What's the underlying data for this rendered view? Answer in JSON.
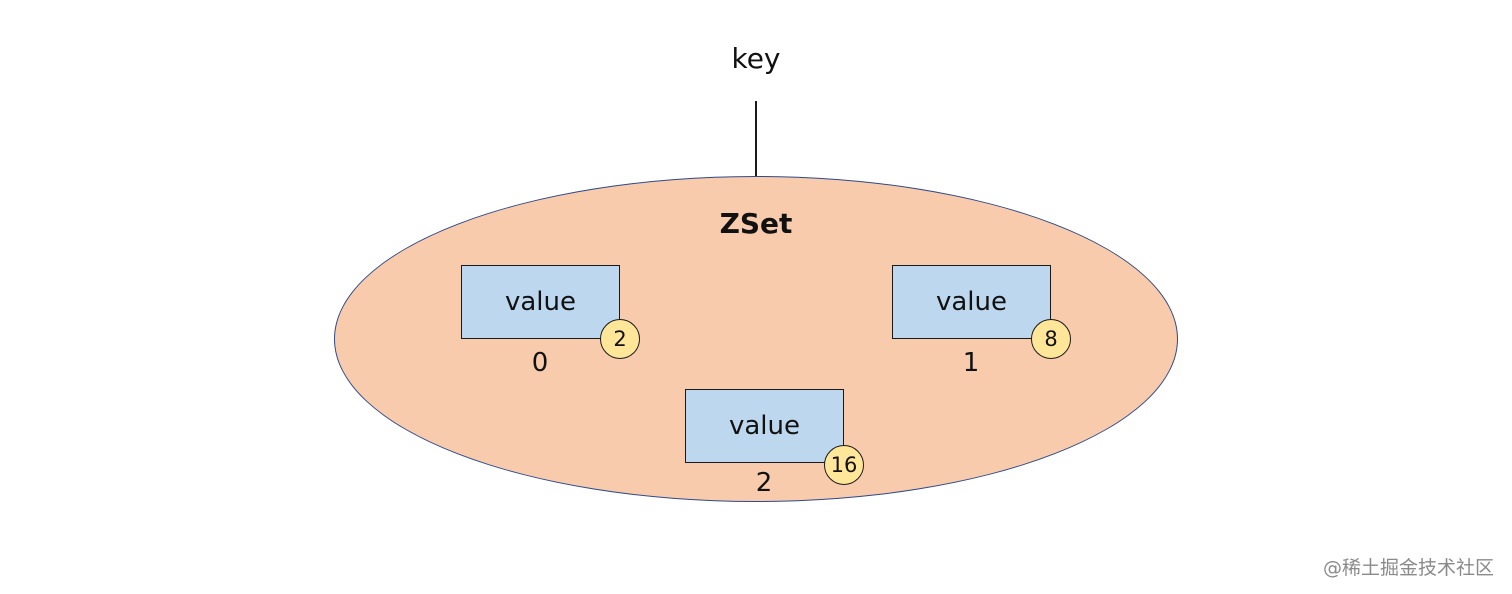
{
  "key_label": "key",
  "zset": {
    "title": "ZSet",
    "members": [
      {
        "value": "value",
        "score": "2",
        "index": "0"
      },
      {
        "value": "value",
        "score": "8",
        "index": "1"
      },
      {
        "value": "value",
        "score": "16",
        "index": "2"
      }
    ]
  },
  "watermark": "@稀土掘金技术社区",
  "colors": {
    "ellipse_fill": "#f8cbad",
    "ellipse_border": "#2f4a8a",
    "value_box_fill": "#bdd7ee",
    "score_fill": "#ffe699"
  }
}
